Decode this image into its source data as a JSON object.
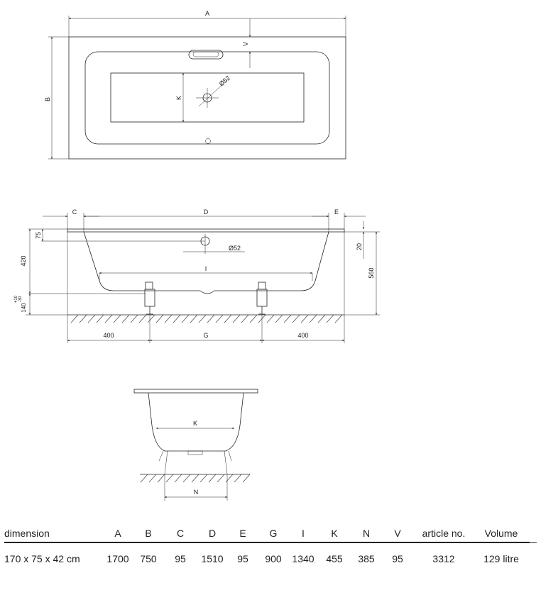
{
  "views": {
    "top": {
      "dims": {
        "A": "A",
        "B": "B",
        "K": "K",
        "V": "V",
        "dia": "Ø52"
      }
    },
    "side": {
      "dims": {
        "C": "C",
        "D": "D",
        "E": "E",
        "I": "I",
        "G": "G",
        "d75": "75",
        "d20": "20",
        "d420": "420",
        "d560": "560",
        "dia": "Ø52",
        "left400": "400",
        "right400": "400",
        "d140": "140",
        "d10": "+10",
        "d30": "-30"
      }
    },
    "end": {
      "dims": {
        "K": "K",
        "N": "N"
      }
    }
  },
  "spec_table": {
    "headers": [
      "dimension",
      "A",
      "B",
      "C",
      "D",
      "E",
      "G",
      "I",
      "K",
      "N",
      "V",
      "article no.",
      "Volume"
    ],
    "row": [
      "170 x 75 x 42 cm",
      "1700",
      "750",
      "95",
      "1510",
      "95",
      "900",
      "1340",
      "455",
      "385",
      "95",
      "3312",
      "129 litre"
    ]
  }
}
